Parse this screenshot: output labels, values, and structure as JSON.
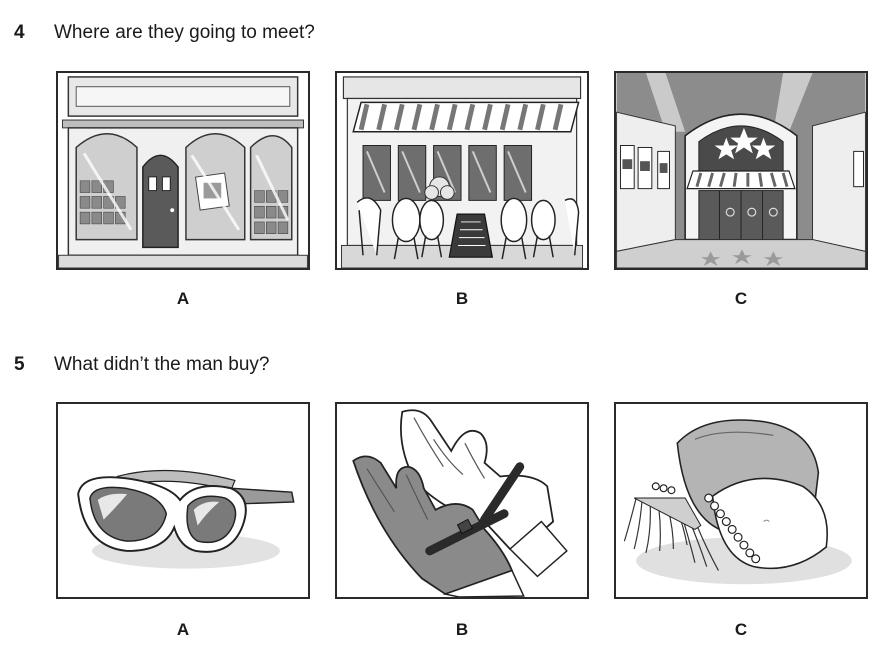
{
  "questions": [
    {
      "number": "4",
      "text": "Where are they going to meet?",
      "options": [
        {
          "letter": "A",
          "picture": "shop-front"
        },
        {
          "letter": "B",
          "picture": "cafe-terrace"
        },
        {
          "letter": "C",
          "picture": "cinema-entrance"
        }
      ]
    },
    {
      "number": "5",
      "text": "What didn’t the man buy?",
      "options": [
        {
          "letter": "A",
          "picture": "sunglasses"
        },
        {
          "letter": "B",
          "picture": "gloves"
        },
        {
          "letter": "C",
          "picture": "scarf"
        }
      ]
    }
  ],
  "colors": {
    "ink": "#1a1a1a",
    "frame": "#2a2a2a",
    "mid_grey": "#8a8a8a",
    "light_grey": "#d6d6d6"
  }
}
